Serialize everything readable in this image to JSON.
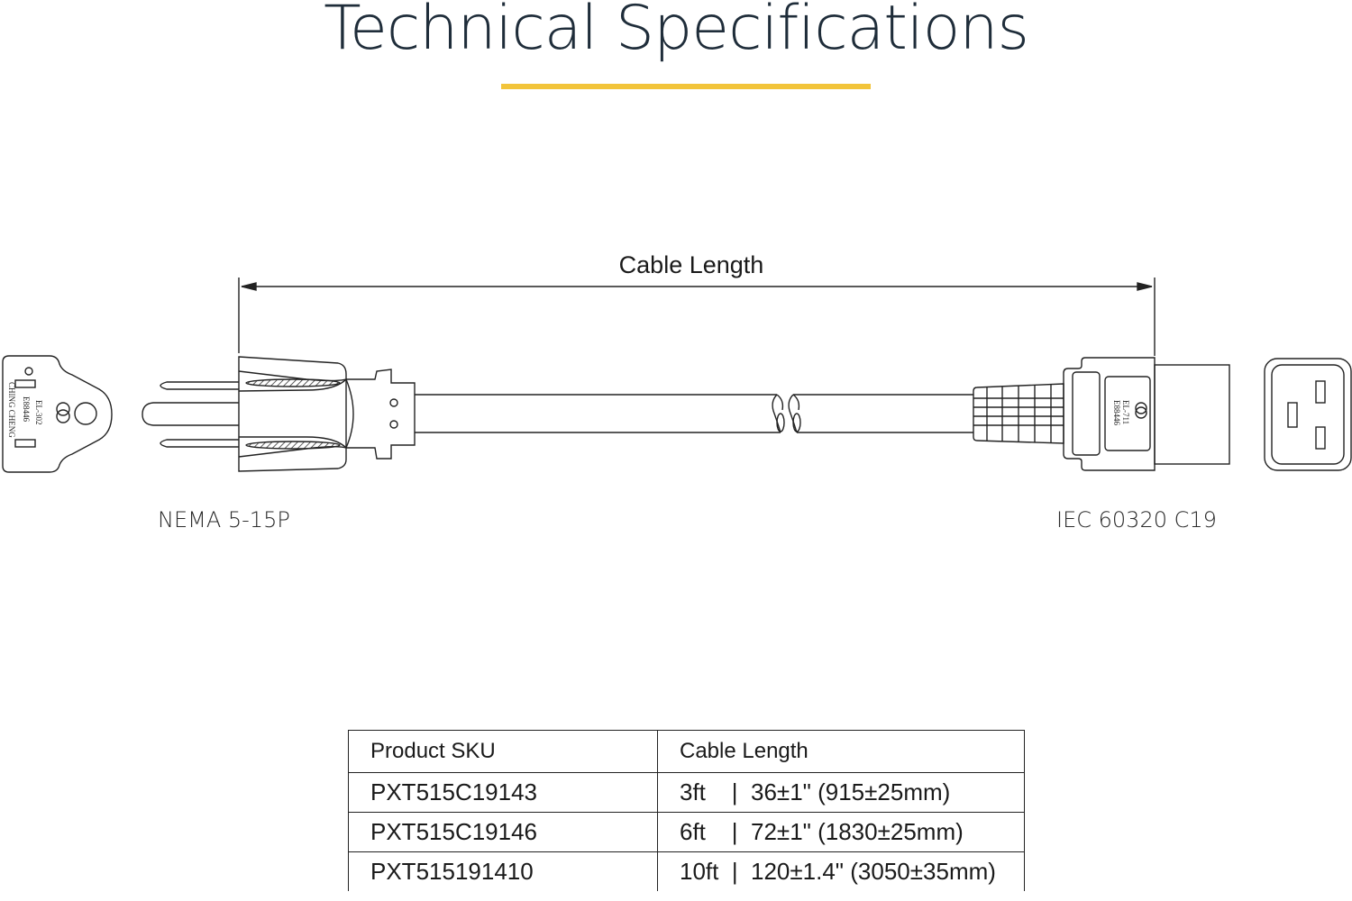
{
  "header": {
    "title": "Technical Specifications",
    "accent_color": "#f2c43a"
  },
  "diagram": {
    "dimension_label": "Cable Length",
    "left_connector": {
      "label": "NEMA 5-15P",
      "face_markings": [
        "EL-302",
        "E88446",
        "CHING CHENG"
      ]
    },
    "right_connector": {
      "label": "IEC 60320 C19",
      "body_markings": [
        "EL-711",
        "E88446"
      ]
    }
  },
  "spec_table": {
    "headers": [
      "Product SKU",
      "Cable Length"
    ],
    "rows": [
      {
        "sku": "PXT515C19143",
        "length": "3ft    |  36±1\" (915±25mm)"
      },
      {
        "sku": "PXT515C19146",
        "length": "6ft    |  72±1\" (1830±25mm)"
      },
      {
        "sku": "PXT515191410",
        "length": "10ft  |  120±1.4\" (3050±35mm)"
      }
    ]
  }
}
